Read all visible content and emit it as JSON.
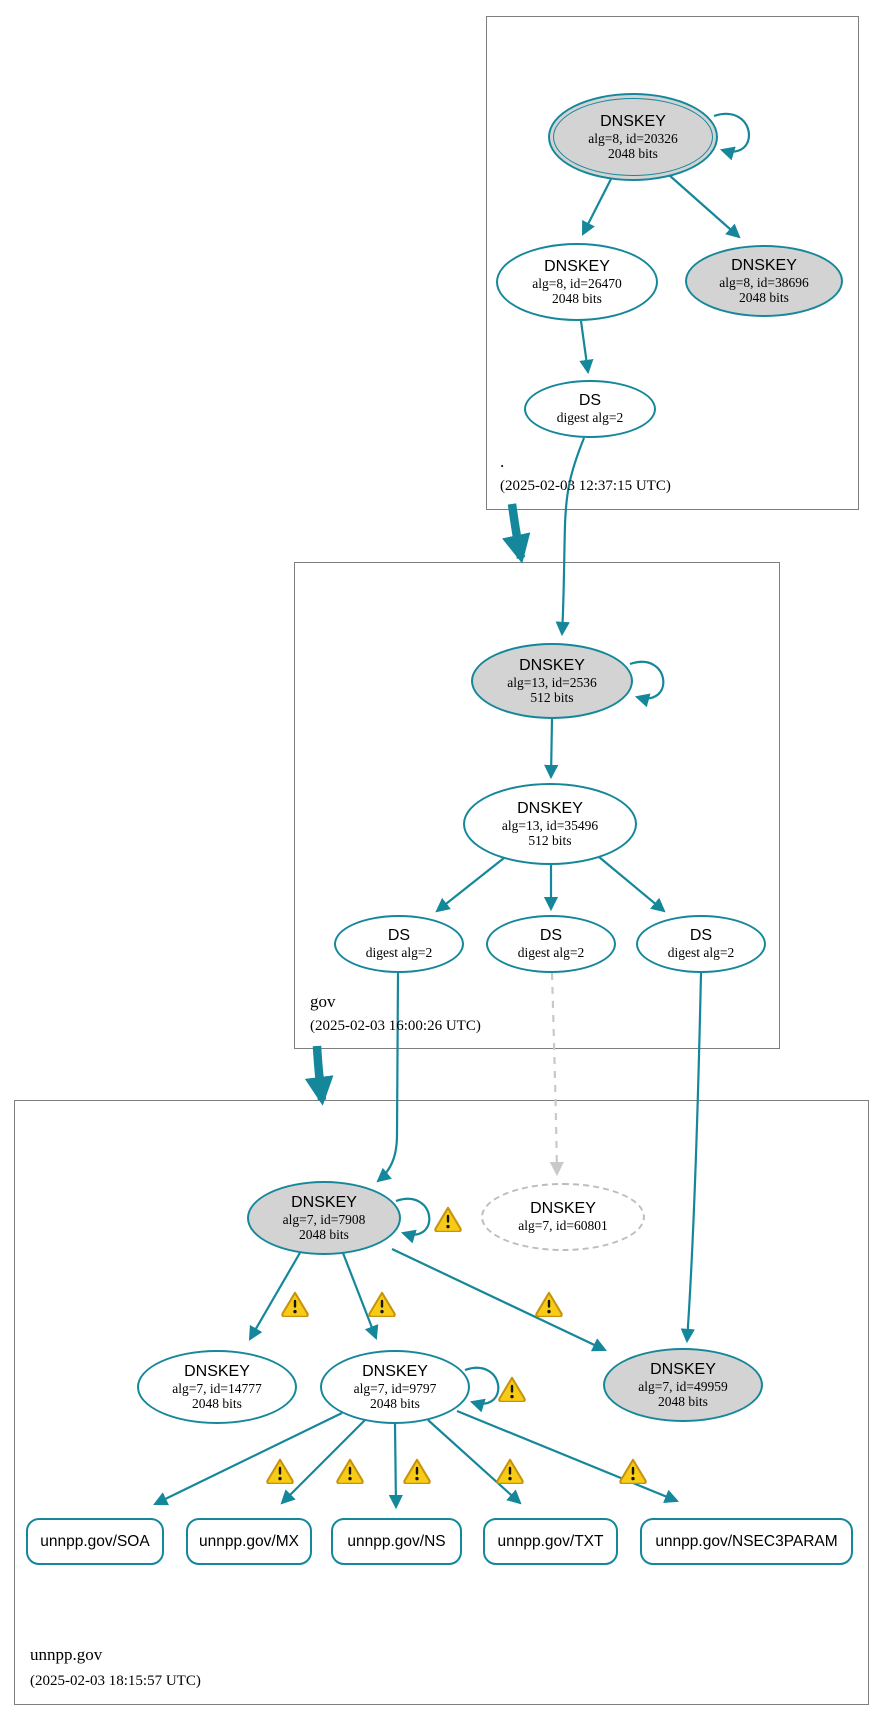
{
  "diagram_type": "dnssec-authentication-chain",
  "colors": {
    "secure_edge": "#15879b",
    "node_fill_gray": "#d3d3d3",
    "dashed_gray": "#c9c9c9",
    "zone_border": "#7f7f7f",
    "warning_fill": "#f8cc16",
    "warning_border": "#c7930c"
  },
  "icons": {
    "warning": "⚠"
  },
  "zones": {
    "root": {
      "name": ".",
      "timestamp": "(2025-02-03 12:37:15 UTC)"
    },
    "gov": {
      "name": "gov",
      "timestamp": "(2025-02-03 16:00:26 UTC)"
    },
    "unnpp_gov": {
      "name": "unnpp.gov",
      "timestamp": "(2025-02-03 18:15:57 UTC)"
    }
  },
  "nodes": {
    "root_ksk_20326": {
      "title": "DNSKEY",
      "detail": "alg=8, id=20326",
      "bits": "2048 bits"
    },
    "root_zsk_26470": {
      "title": "DNSKEY",
      "detail": "alg=8, id=26470",
      "bits": "2048 bits"
    },
    "root_key_38696": {
      "title": "DNSKEY",
      "detail": "alg=8, id=38696",
      "bits": "2048 bits"
    },
    "root_ds": {
      "title": "DS",
      "detail": "digest alg=2"
    },
    "gov_ksk_2536": {
      "title": "DNSKEY",
      "detail": "alg=13, id=2536",
      "bits": "512 bits"
    },
    "gov_zsk_35496": {
      "title": "DNSKEY",
      "detail": "alg=13, id=35496",
      "bits": "512 bits"
    },
    "gov_ds1": {
      "title": "DS",
      "detail": "digest alg=2"
    },
    "gov_ds2": {
      "title": "DS",
      "detail": "digest alg=2"
    },
    "gov_ds3": {
      "title": "DS",
      "detail": "digest alg=2"
    },
    "unnpp_ksk_7908": {
      "title": "DNSKEY",
      "detail": "alg=7, id=7908",
      "bits": "2048 bits"
    },
    "unnpp_key_60801": {
      "title": "DNSKEY",
      "detail": "alg=7, id=60801"
    },
    "unnpp_key_14777": {
      "title": "DNSKEY",
      "detail": "alg=7, id=14777",
      "bits": "2048 bits"
    },
    "unnpp_zsk_9797": {
      "title": "DNSKEY",
      "detail": "alg=7, id=9797",
      "bits": "2048 bits"
    },
    "unnpp_key_49959": {
      "title": "DNSKEY",
      "detail": "alg=7, id=49959",
      "bits": "2048 bits"
    }
  },
  "rrsets": {
    "soa": {
      "label": "unnpp.gov/SOA"
    },
    "mx": {
      "label": "unnpp.gov/MX"
    },
    "ns": {
      "label": "unnpp.gov/NS"
    },
    "txt": {
      "label": "unnpp.gov/TXT"
    },
    "nsec3param": {
      "label": "unnpp.gov/NSEC3PARAM"
    }
  },
  "edges": [
    {
      "from": "root_ksk_20326",
      "to": "root_ksk_20326",
      "style": "secure-selfloop"
    },
    {
      "from": "root_ksk_20326",
      "to": "root_zsk_26470",
      "style": "secure"
    },
    {
      "from": "root_ksk_20326",
      "to": "root_key_38696",
      "style": "secure"
    },
    {
      "from": "root_zsk_26470",
      "to": "root_ds",
      "style": "secure"
    },
    {
      "from": "root_ds",
      "to": "gov_ksk_2536",
      "style": "secure"
    },
    {
      "from": "root",
      "to": "gov",
      "style": "delegation"
    },
    {
      "from": "gov_ksk_2536",
      "to": "gov_ksk_2536",
      "style": "secure-selfloop"
    },
    {
      "from": "gov_ksk_2536",
      "to": "gov_zsk_35496",
      "style": "secure"
    },
    {
      "from": "gov_zsk_35496",
      "to": "gov_ds1",
      "style": "secure"
    },
    {
      "from": "gov_zsk_35496",
      "to": "gov_ds2",
      "style": "secure"
    },
    {
      "from": "gov_zsk_35496",
      "to": "gov_ds3",
      "style": "secure"
    },
    {
      "from": "gov_ds1",
      "to": "unnpp_ksk_7908",
      "style": "secure"
    },
    {
      "from": "gov_ds2",
      "to": "unnpp_key_60801",
      "style": "missing-dashed"
    },
    {
      "from": "gov_ds3",
      "to": "unnpp_key_49959",
      "style": "secure"
    },
    {
      "from": "gov",
      "to": "unnpp_gov",
      "style": "delegation"
    },
    {
      "from": "unnpp_ksk_7908",
      "to": "unnpp_ksk_7908",
      "style": "selfloop-warning"
    },
    {
      "from": "unnpp_ksk_7908",
      "to": "unnpp_key_14777",
      "style": "warning"
    },
    {
      "from": "unnpp_ksk_7908",
      "to": "unnpp_zsk_9797",
      "style": "warning"
    },
    {
      "from": "unnpp_ksk_7908",
      "to": "unnpp_key_49959",
      "style": "warning"
    },
    {
      "from": "unnpp_zsk_9797",
      "to": "unnpp_zsk_9797",
      "style": "selfloop-warning"
    },
    {
      "from": "unnpp_zsk_9797",
      "to": "soa",
      "style": "warning"
    },
    {
      "from": "unnpp_zsk_9797",
      "to": "mx",
      "style": "warning"
    },
    {
      "from": "unnpp_zsk_9797",
      "to": "ns",
      "style": "warning"
    },
    {
      "from": "unnpp_zsk_9797",
      "to": "txt",
      "style": "warning"
    },
    {
      "from": "unnpp_zsk_9797",
      "to": "nsec3param",
      "style": "warning"
    }
  ]
}
